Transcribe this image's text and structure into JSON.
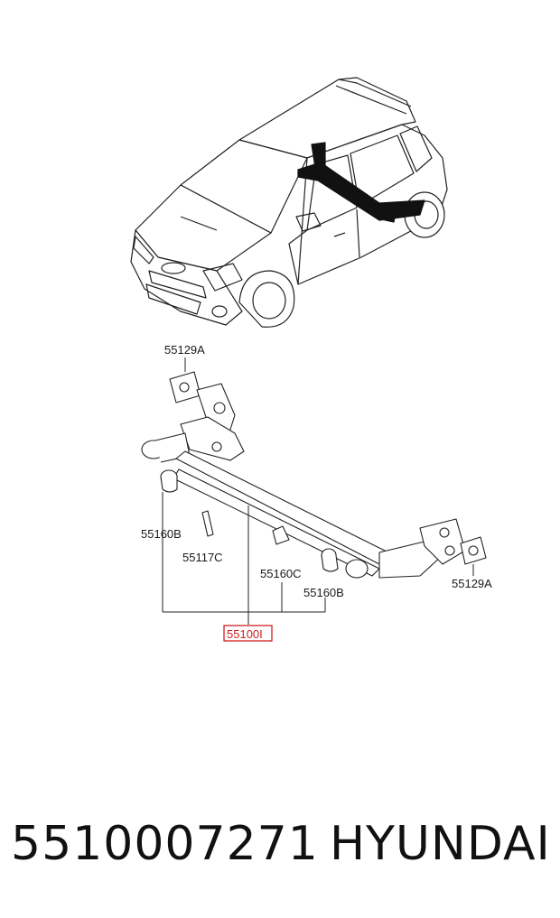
{
  "labels": {
    "mount_top": "55129A",
    "bushing_left": "55160B",
    "sensor": "55117C",
    "bushing_small": "55160C",
    "bushing_right": "55160B",
    "mount_right": "55129A",
    "assembly": "55100I"
  },
  "colors": {
    "highlight": "#d02020",
    "line": "#222222"
  },
  "footer": {
    "part_number": "5510007271",
    "brand": "HYUNDAI"
  }
}
